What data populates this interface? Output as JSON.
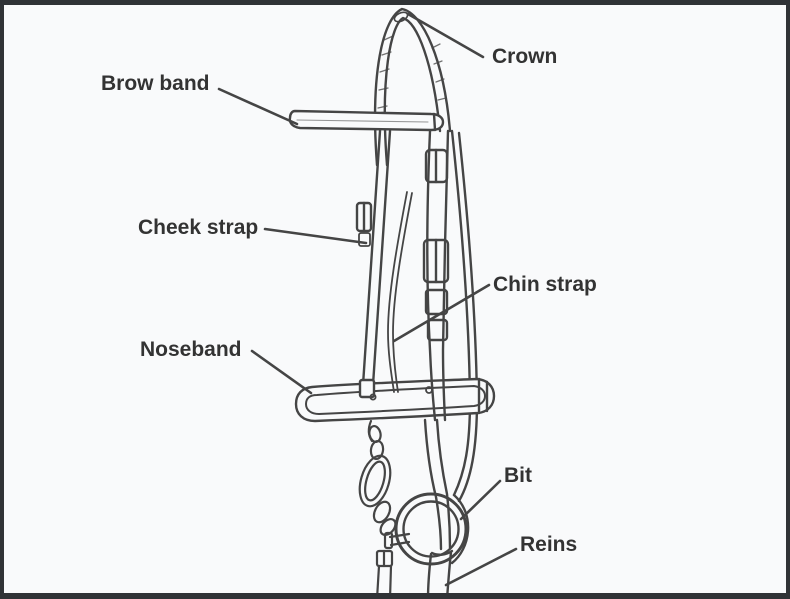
{
  "labels": {
    "crown": "Crown",
    "brow_band": "Brow band",
    "cheek_strap": "Cheek strap",
    "chin_strap": "Chin strap",
    "noseband": "Noseband",
    "bit": "Bit",
    "reins": "Reins"
  },
  "colors": {
    "background": "#f9fafb",
    "frame": "#303336",
    "line_art": "#454545",
    "label_text": "#333333"
  }
}
